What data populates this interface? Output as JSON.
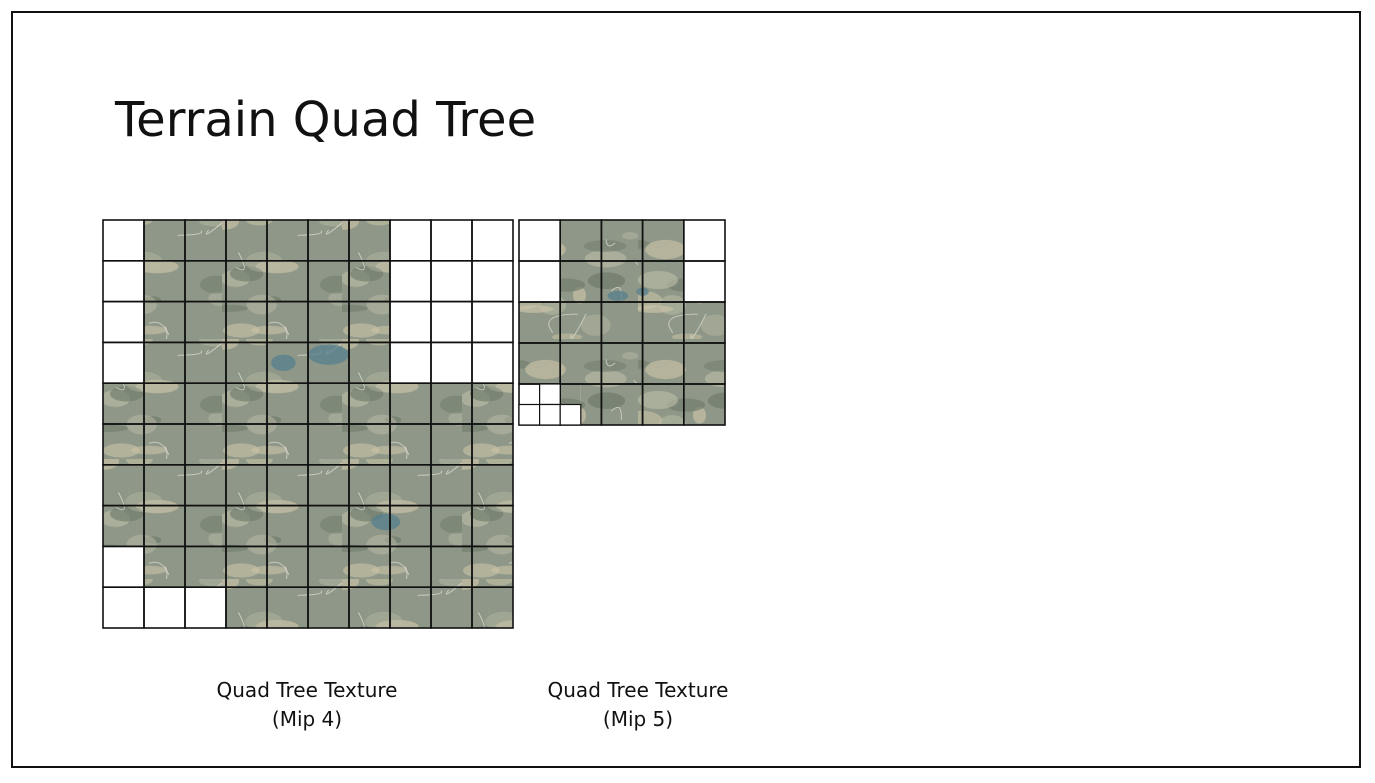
{
  "slide": {
    "title": "Terrain Quad Tree"
  },
  "colors": {
    "terrain_base": "#8f9888",
    "terrain_light": "#b9bca6",
    "terrain_dark": "#6f7a6b",
    "terrain_sand": "#c9c2a6",
    "water": "#557f8e",
    "grid_line": "#111111",
    "empty_tile": "#ffffff"
  },
  "diagrams": [
    {
      "name": "mip4",
      "caption_line1": "Quad Tree Texture",
      "caption_line2": "(Mip 4)",
      "rows": 10,
      "cols": 10,
      "empty_cells": [
        [
          0,
          0
        ],
        [
          0,
          7
        ],
        [
          0,
          8
        ],
        [
          0,
          9
        ],
        [
          1,
          0
        ],
        [
          1,
          7
        ],
        [
          1,
          8
        ],
        [
          1,
          9
        ],
        [
          2,
          0
        ],
        [
          2,
          7
        ],
        [
          2,
          8
        ],
        [
          2,
          9
        ],
        [
          3,
          0
        ],
        [
          3,
          7
        ],
        [
          3,
          8
        ],
        [
          3,
          9
        ],
        [
          8,
          0
        ],
        [
          9,
          0
        ],
        [
          9,
          1
        ],
        [
          9,
          2
        ]
      ]
    },
    {
      "name": "mip5",
      "caption_line1": "Quad Tree Texture",
      "caption_line2": "(Mip 5)",
      "rows": 5,
      "cols": 5,
      "empty_cells": [
        [
          0,
          0
        ],
        [
          0,
          4
        ],
        [
          1,
          0
        ],
        [
          1,
          4
        ],
        [
          4,
          0
        ]
      ],
      "empty_subcells": [
        [
          8,
          1
        ],
        [
          9,
          0
        ],
        [
          9,
          1
        ],
        [
          9,
          2
        ]
      ]
    }
  ]
}
